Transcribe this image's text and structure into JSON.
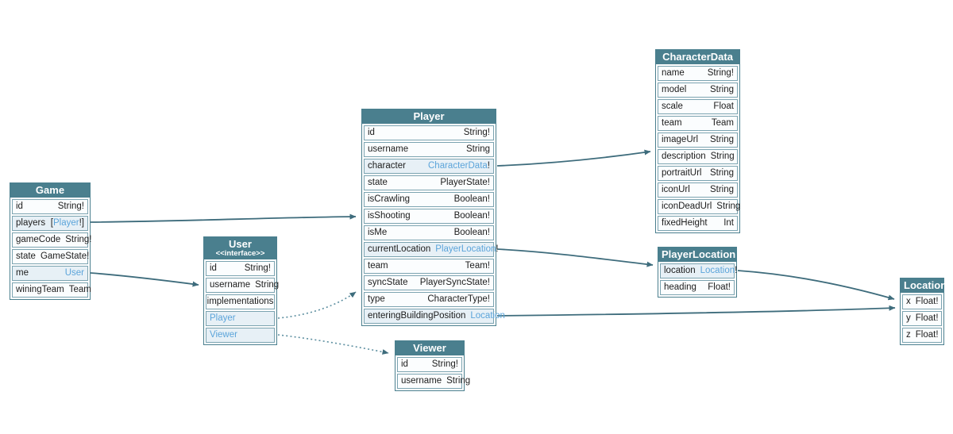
{
  "colors": {
    "header_bg": "#4a7f8e",
    "node_border": "#4a7f8e",
    "row_border": "#7ba3b0",
    "link_row_bg": "#e7f0f6",
    "link_color": "#5ba4da",
    "edge_color": "#3e6c7c",
    "dotted_edge_color": "#5d8fa0"
  },
  "nodes": [
    {
      "id": "game",
      "title": "Game",
      "fields": [
        {
          "name": "id",
          "type": "String!"
        },
        {
          "name": "players",
          "pre": "[",
          "link": "Player",
          "suf": "!]"
        },
        {
          "name": "gameCode",
          "type": "String!"
        },
        {
          "name": "state",
          "type": "GameState!"
        },
        {
          "name": "me",
          "link": "User",
          "suf": ""
        },
        {
          "name": "winingTeam",
          "type": "Team"
        }
      ]
    },
    {
      "id": "user",
      "title": "User",
      "stereotype": "<<interface>>",
      "fields": [
        {
          "name": "id",
          "type": "String!"
        },
        {
          "name": "username",
          "type": "String"
        },
        {
          "label": "implementations"
        },
        {
          "link": "Player",
          "link_only": true
        },
        {
          "link": "Viewer",
          "link_only": true
        }
      ]
    },
    {
      "id": "player",
      "title": "Player",
      "fields": [
        {
          "name": "id",
          "type": "String!"
        },
        {
          "name": "username",
          "type": "String"
        },
        {
          "name": "character",
          "link": "CharacterData",
          "suf": "!"
        },
        {
          "name": "state",
          "type": "PlayerState!"
        },
        {
          "name": "isCrawling",
          "type": "Boolean!"
        },
        {
          "name": "isShooting",
          "type": "Boolean!"
        },
        {
          "name": "isMe",
          "type": "Boolean!"
        },
        {
          "name": "currentLocation",
          "link": "PlayerLocation",
          "suf": "!"
        },
        {
          "name": "team",
          "type": "Team!"
        },
        {
          "name": "syncState",
          "type": "PlayerSyncState!"
        },
        {
          "name": "type",
          "type": "CharacterType!"
        },
        {
          "name": "enteringBuildingPosition",
          "link": "Location",
          "suf": ""
        }
      ]
    },
    {
      "id": "viewer",
      "title": "Viewer",
      "fields": [
        {
          "name": "id",
          "type": "String!"
        },
        {
          "name": "username",
          "type": "String"
        }
      ]
    },
    {
      "id": "characterdata",
      "title": "CharacterData",
      "fields": [
        {
          "name": "name",
          "type": "String!"
        },
        {
          "name": "model",
          "type": "String"
        },
        {
          "name": "scale",
          "type": "Float"
        },
        {
          "name": "team",
          "type": "Team"
        },
        {
          "name": "imageUrl",
          "type": "String"
        },
        {
          "name": "description",
          "type": "String"
        },
        {
          "name": "portraitUrl",
          "type": "String"
        },
        {
          "name": "iconUrl",
          "type": "String"
        },
        {
          "name": "iconDeadUrl",
          "type": "String"
        },
        {
          "name": "fixedHeight",
          "type": "Int"
        }
      ]
    },
    {
      "id": "playerlocation",
      "title": "PlayerLocation",
      "fields": [
        {
          "name": "location",
          "link": "Location",
          "suf": "!"
        },
        {
          "name": "heading",
          "type": "Float!"
        }
      ]
    },
    {
      "id": "location",
      "title": "Location",
      "fields": [
        {
          "name": "x",
          "type": "Float!"
        },
        {
          "name": "y",
          "type": "Float!"
        },
        {
          "name": "z",
          "type": "Float!"
        }
      ]
    }
  ],
  "edges": [
    {
      "id": "game-players",
      "from": "Game.players",
      "to": "Player",
      "style": "solid"
    },
    {
      "id": "game-me",
      "from": "Game.me",
      "to": "User",
      "style": "solid"
    },
    {
      "id": "player-character",
      "from": "Player.character",
      "to": "CharacterData",
      "style": "solid"
    },
    {
      "id": "player-currentlocation",
      "from": "Player.currentLocation",
      "to": "PlayerLocation",
      "style": "solid"
    },
    {
      "id": "player-enteringbuildingposition",
      "from": "Player.enteringBuildingPosition",
      "to": "Location",
      "style": "solid"
    },
    {
      "id": "playerlocation-location",
      "from": "PlayerLocation.location",
      "to": "Location",
      "style": "solid"
    },
    {
      "id": "user-impl-player",
      "from": "User.implementations",
      "to": "Player",
      "style": "dotted"
    },
    {
      "id": "user-impl-viewer",
      "from": "User.implementations",
      "to": "Viewer",
      "style": "dotted"
    }
  ]
}
